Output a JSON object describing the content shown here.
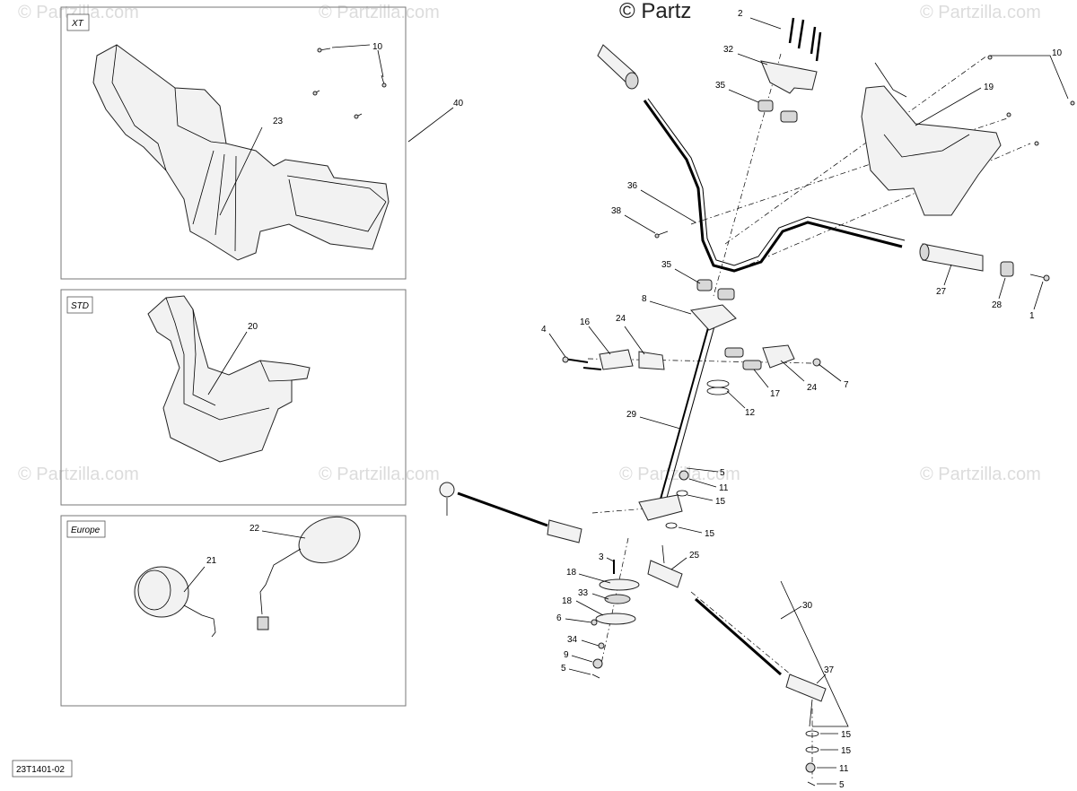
{
  "panels": [
    {
      "tag": "XT"
    },
    {
      "tag": "STD"
    },
    {
      "tag": "Europe"
    }
  ],
  "watermark": {
    "small": "© Partzilla.com",
    "top": "© Partz"
  },
  "diagram_code": "23T1401-02",
  "callouts": {
    "p10a": "10",
    "p23": "23",
    "p40": "40",
    "p20": "20",
    "p22": "22",
    "p21": "21",
    "p2": "2",
    "p32": "32",
    "p35a": "35",
    "p36": "36",
    "p38": "38",
    "p10b": "10",
    "p19": "19",
    "p35b": "35",
    "p27": "27",
    "p28": "28",
    "p1": "1",
    "p8": "8",
    "p4": "4",
    "p16": "16",
    "p24a": "24",
    "p17": "17",
    "p24b": "24",
    "p7": "7",
    "p12": "12",
    "p29": "29",
    "p5a": "5",
    "p11a": "11",
    "p15a": "15",
    "p15b": "15",
    "p3": "3",
    "p25": "25",
    "p18a": "18",
    "p33": "33",
    "p18b": "18",
    "p6": "6",
    "p34": "34",
    "p9": "9",
    "p5b": "5",
    "p30": "30",
    "p37": "37",
    "p15c": "15",
    "p15d": "15",
    "p11b": "11",
    "p5c": "5"
  }
}
